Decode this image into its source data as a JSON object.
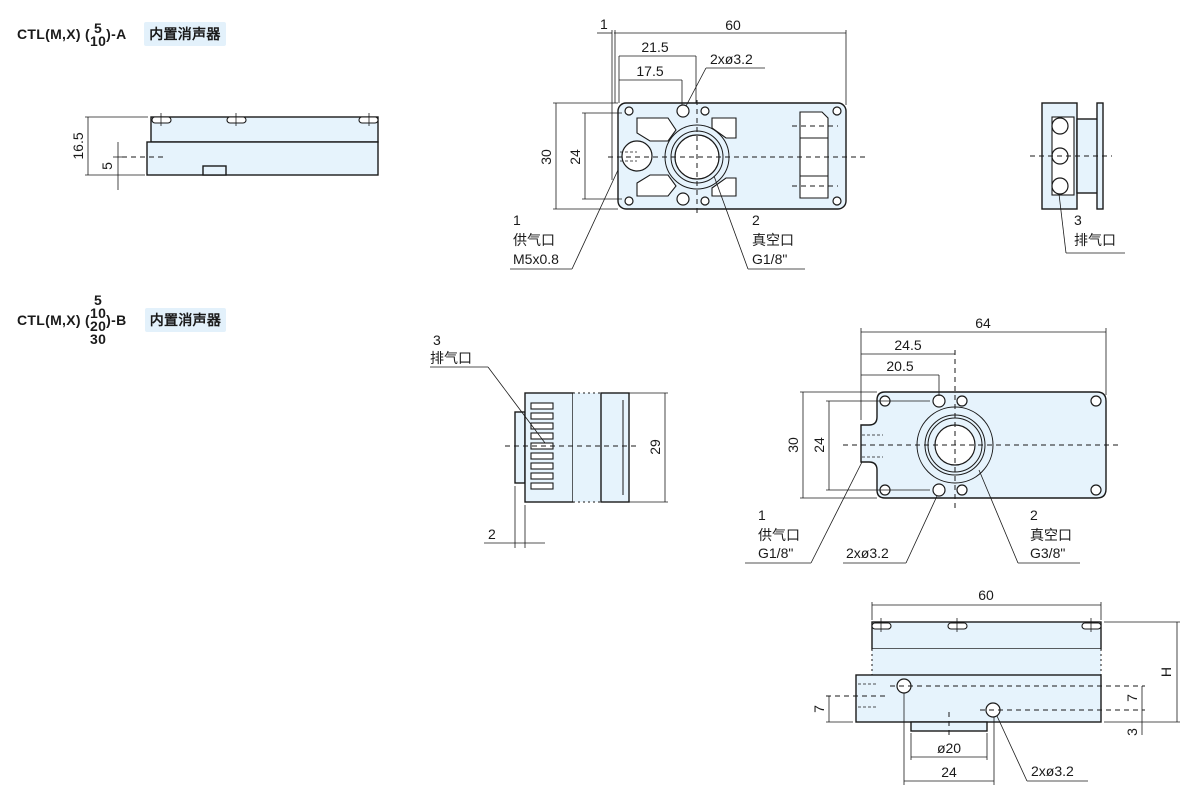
{
  "colors": {
    "body_fill": "#e6f3fc",
    "tag_bg": "#e3f1fb",
    "line": "#1a1a1a"
  },
  "models": [
    {
      "prefix": "CTL(M,X) (",
      "sizes": [
        "5",
        "10"
      ],
      "suffix": ")-A",
      "tag": "内置消声器"
    },
    {
      "prefix": "CTL(M,X) (",
      "sizes": [
        "5",
        "10",
        "20",
        "30"
      ],
      "suffix": ")-B",
      "tag": "内置消声器"
    }
  ],
  "view_a_side": {
    "dim_height": "16.5",
    "dim_offset": "5"
  },
  "view_a_top": {
    "dim_1": "1",
    "dim_60": "60",
    "dim_21_5": "21.5",
    "dim_17_5": "17.5",
    "holes": "2xø3.2",
    "dim_30": "30",
    "dim_24": "24",
    "port1": {
      "num": "1",
      "name": "供气口",
      "spec": "M5x0.8"
    },
    "port2": {
      "num": "2",
      "name": "真空口",
      "spec": "G1/8\""
    }
  },
  "view_a_end": {
    "port3": {
      "num": "3",
      "name": "排气口"
    }
  },
  "view_b_side": {
    "port3": {
      "num": "3",
      "name": "排气口"
    },
    "dim_29": "29",
    "dim_2": "2"
  },
  "view_b_top": {
    "dim_64": "64",
    "dim_24_5": "24.5",
    "dim_20_5": "20.5",
    "dim_30": "30",
    "dim_24": "24",
    "holes": "2xø3.2",
    "port1": {
      "num": "1",
      "name": "供气口",
      "spec": "G1/8\""
    },
    "port2": {
      "num": "2",
      "name": "真空口",
      "spec": "G3/8\""
    }
  },
  "view_b_front": {
    "dim_60": "60",
    "dim_h": "H",
    "dim_7_left": "7",
    "dim_7_right": "7",
    "dim_3": "3",
    "dim_phi20": "ø20",
    "dim_24": "24",
    "holes": "2xø3.2"
  }
}
